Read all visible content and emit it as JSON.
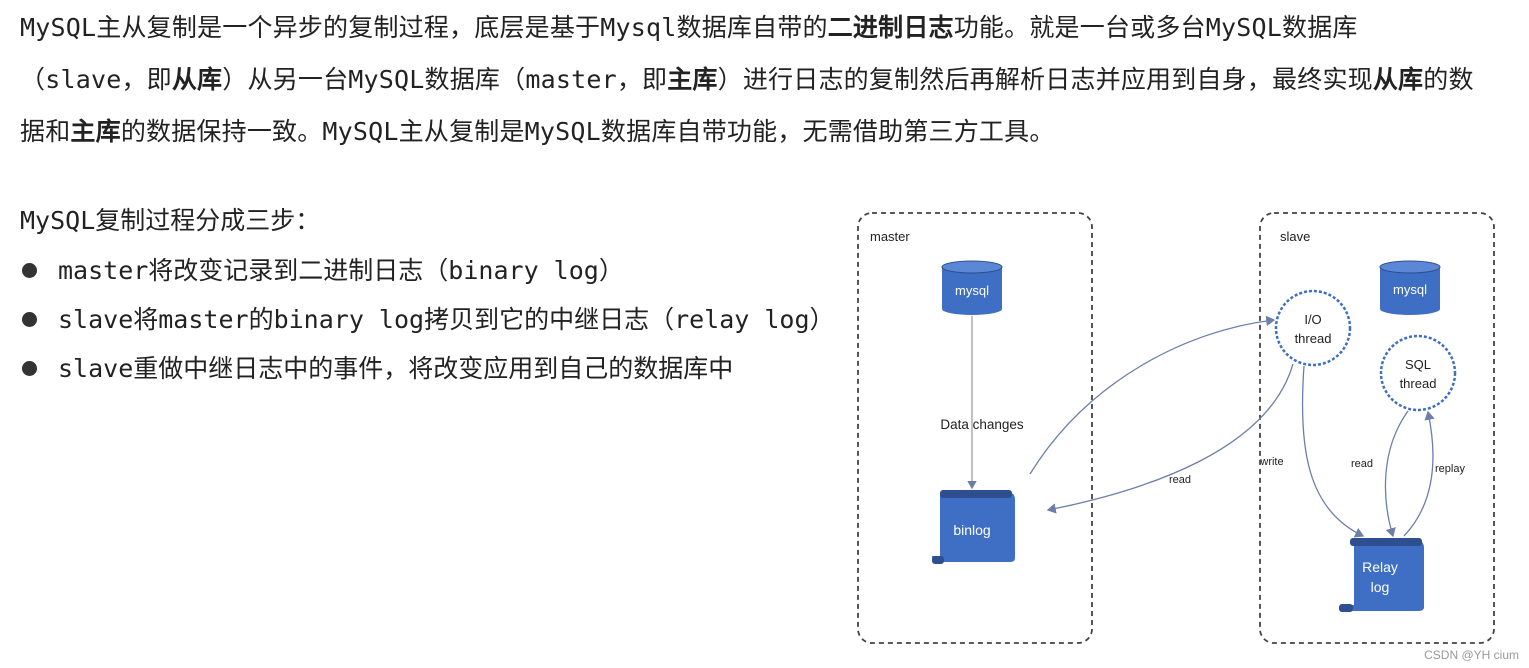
{
  "intro": {
    "p1": "MySQL主从复制是一个异步的复制过程，底层是基于Mysql数据库自带的",
    "p1_bold": "二进制日志",
    "p2": "功能。就是一台或多台MySQL数据库（slave，即",
    "p2_bold": "从库",
    "p3": "）从另一台MySQL数据库（master，即",
    "p3_bold": "主库",
    "p4": "）进行日志的复制然后再解析日志并应用到自身，最终实现",
    "p4_bold": "从库",
    "p5": "的数据和",
    "p5_bold": "主库",
    "p6": "的数据保持一致。MySQL主从复制是MySQL数据库自带功能，无需借助第三方工具。"
  },
  "steps": {
    "title": "MySQL复制过程分成三步：",
    "items": [
      "master将改变记录到二进制日志（binary log）",
      "slave将master的binary log拷贝到它的中继日志（relay log）",
      "slave重做中继日志中的事件，将改变应用到自己的数据库中"
    ]
  },
  "diagram": {
    "master_label": "master",
    "slave_label": "slave",
    "master_db": "mysql",
    "slave_db": "mysql",
    "data_changes": "Data changes",
    "binlog": "binlog",
    "io_thread_l1": "I/O",
    "io_thread_l2": "thread",
    "sql_thread_l1": "SQL",
    "sql_thread_l2": "thread",
    "read_binlog": "read",
    "write": "write",
    "read_relay": "read",
    "replay": "replay",
    "relay_l1": "Relay",
    "relay_l2": "log",
    "colors": {
      "shape_fill": "#3f6fc4",
      "shape_dark": "#2d4f8f",
      "border": "#444444",
      "arrow": "#6b7fa8"
    }
  },
  "watermark": "CSDN @YH cium"
}
